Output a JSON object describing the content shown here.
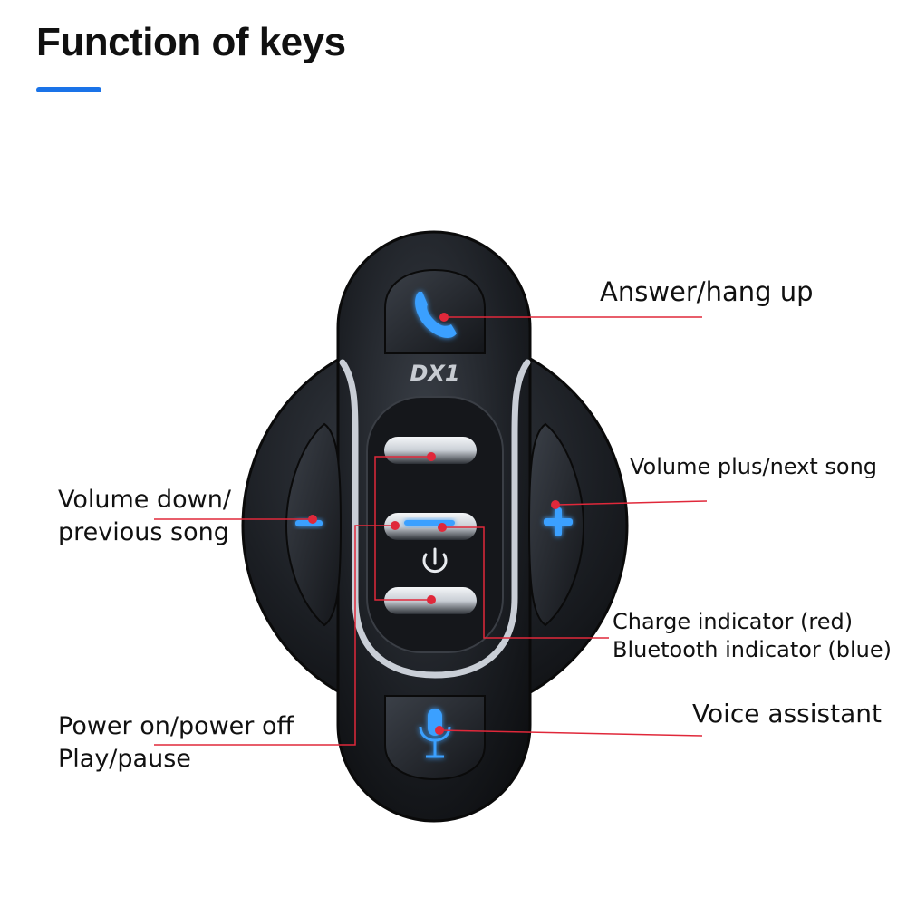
{
  "title": "Function of keys",
  "accent_color": "#1a73e8",
  "device": {
    "model": "DX1",
    "icons": [
      "phone-icon",
      "minus-icon",
      "plus-icon",
      "power-icon",
      "microphone-icon"
    ],
    "led_color": "#3aa0ff",
    "callout_line_color": "#e0283a"
  },
  "labels": {
    "answer": "Answer/hang up",
    "volume_plus": "Volume plus/next song",
    "volume_down_line1": "Volume down/",
    "volume_down_line2": "previous song",
    "charge_indicator": "Charge indicator (red)",
    "bluetooth_indicator": "Bluetooth indicator (blue)",
    "voice_assistant": "Voice assistant",
    "power_line1": "Power on/power off",
    "power_line2": "Play/pause"
  }
}
